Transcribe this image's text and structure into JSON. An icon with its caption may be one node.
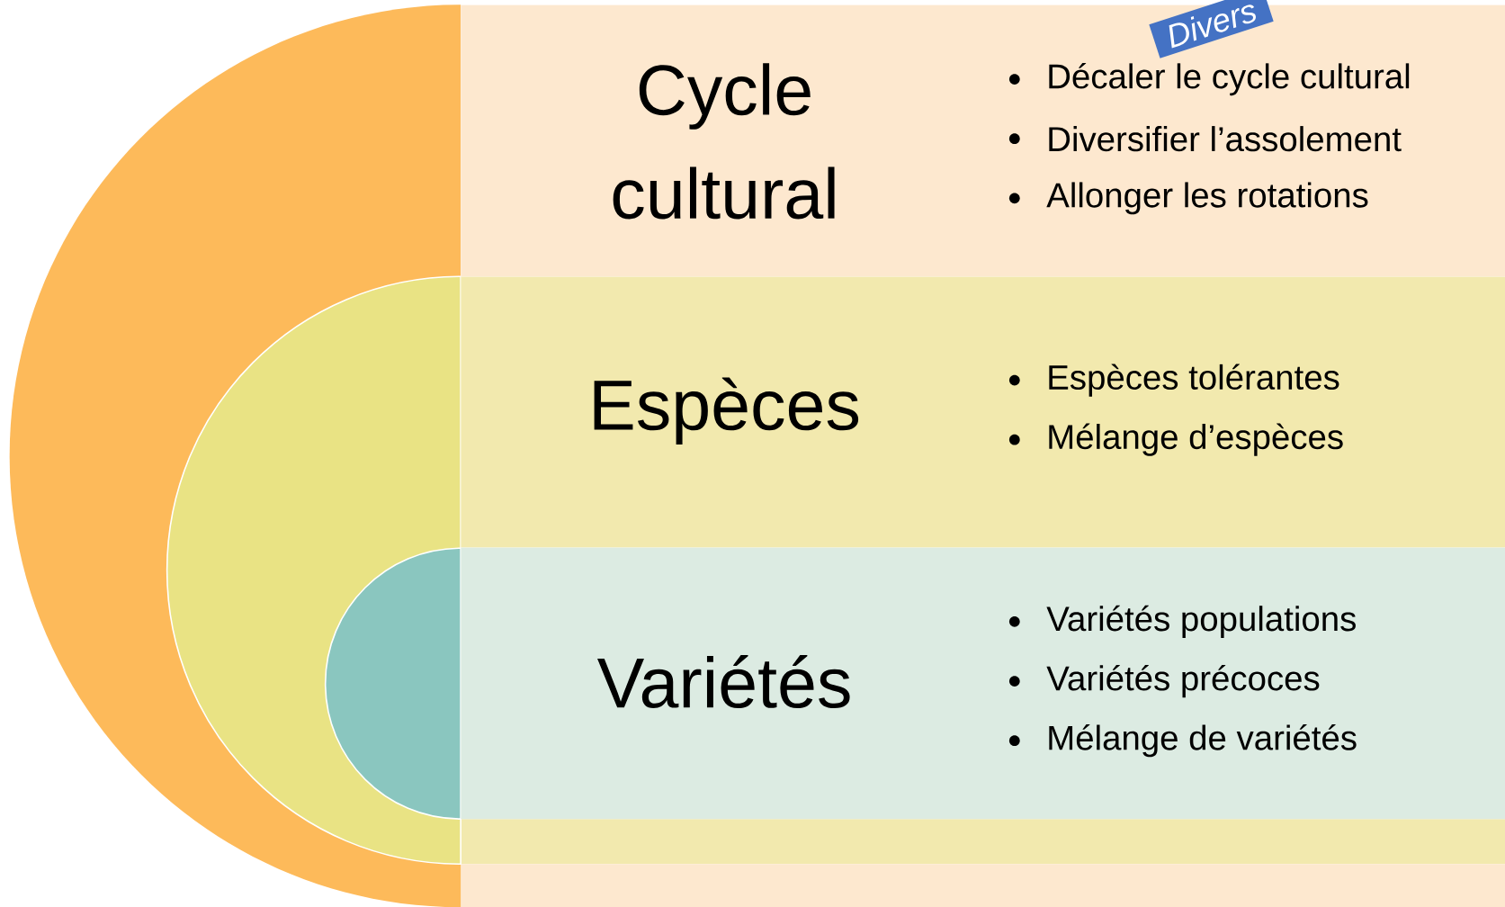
{
  "diagram": {
    "nodes": [
      {
        "text": [
          "Cycle cultural",
          "Décaler le cycle cultural",
          "Diversifier l’assolement",
          "Allonger les rotations"
        ]
      },
      {
        "text": [
          "Espèces",
          "Espèces tolérantes",
          "Mélange d’espèces"
        ]
      },
      {
        "text": [
          "Variétés",
          "Variétés populations",
          "Variétés précoces",
          "Mélange de variétés"
        ]
      },
      {
        "text": [
          "Divers"
        ]
      }
    ]
  }
}
